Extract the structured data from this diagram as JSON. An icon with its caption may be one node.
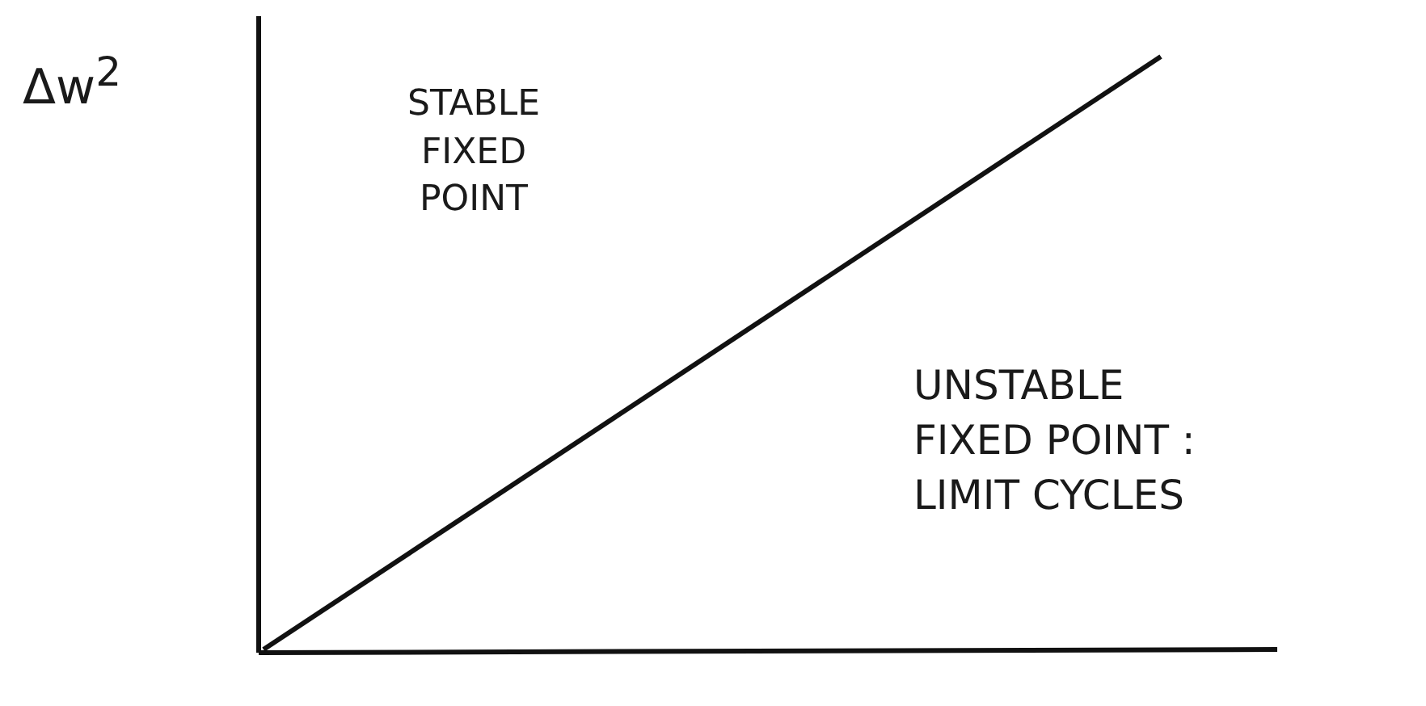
{
  "diagram": {
    "labels": [
      "Δw$^{2}$",
      "STABLE FIXED POINT",
      "UNSTABLE FIXED POINT : LIMIT CYCLES"
    ]
  }
}
